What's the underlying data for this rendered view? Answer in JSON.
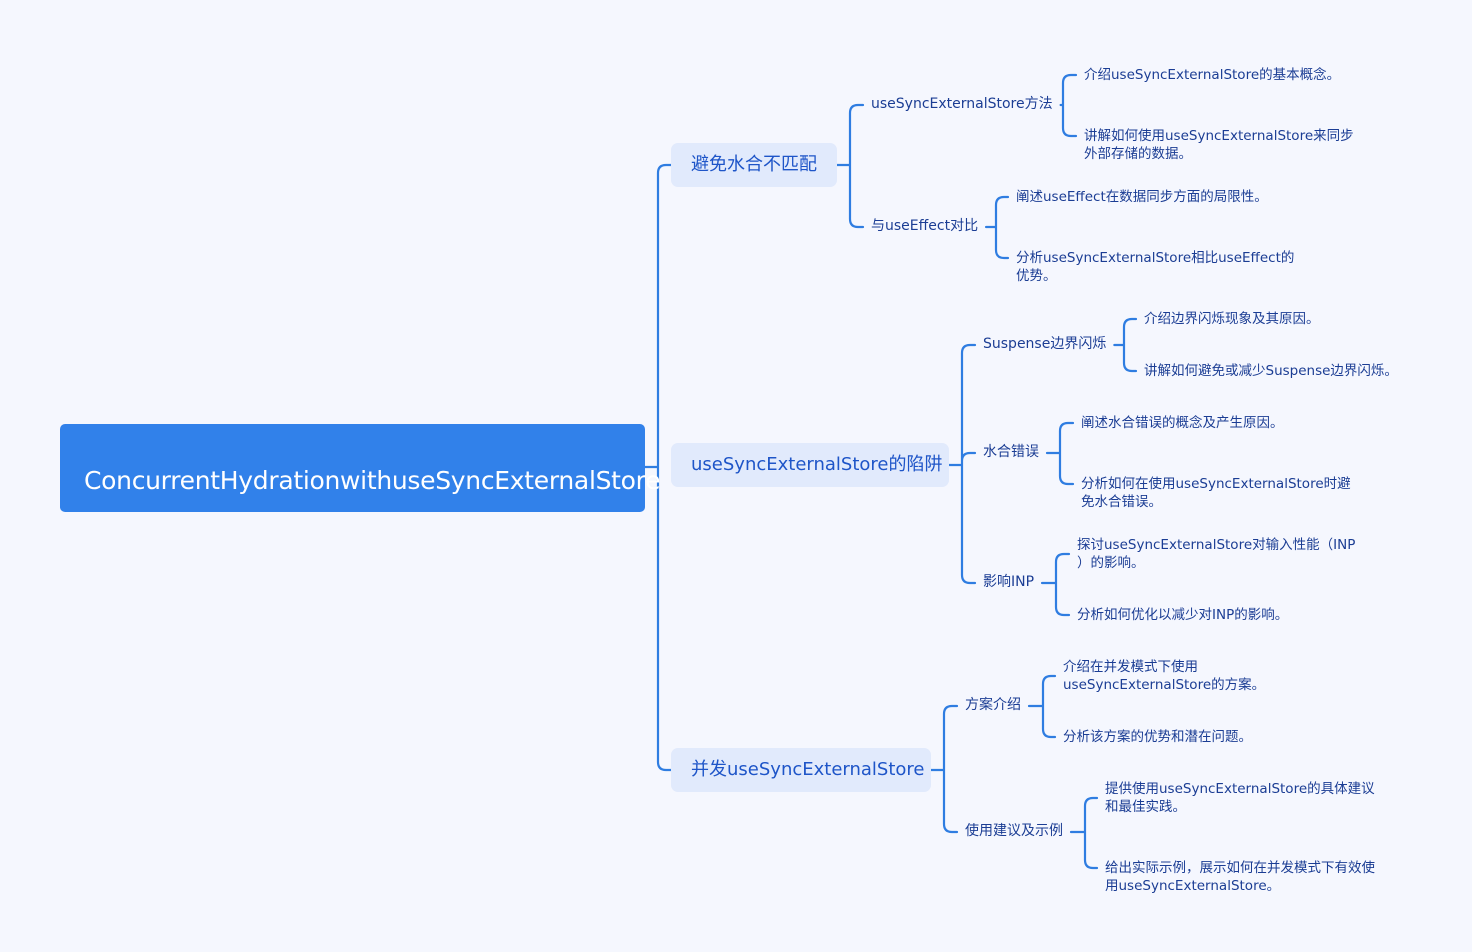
{
  "colors": {
    "background": "#f5f7fe",
    "root": "#3181ea",
    "branch_bg": "#e1eafc",
    "line": "#2f7de1",
    "text": "#1b3d94"
  },
  "root": {
    "label": "ConcurrentHydrationwithuseSyncExternalStore"
  },
  "branches": [
    {
      "label": "避免水合不匹配",
      "children": [
        {
          "label": "useSyncExternalStore方法",
          "leaves": [
            [
              "介绍useSyncExternalStore的基本概念。"
            ],
            [
              "讲解如何使用useSyncExternalStore来同步",
              "外部存储的数据。"
            ]
          ]
        },
        {
          "label": "与useEffect对比",
          "leaves": [
            [
              "阐述useEffect在数据同步方面的局限性。"
            ],
            [
              "分析useSyncExternalStore相比useEffect的",
              "优势。"
            ]
          ]
        }
      ]
    },
    {
      "label": "useSyncExternalStore的陷阱",
      "children": [
        {
          "label": "Suspense边界闪烁",
          "leaves": [
            [
              "介绍边界闪烁现象及其原因。"
            ],
            [
              "讲解如何避免或减少Suspense边界闪烁。"
            ]
          ]
        },
        {
          "label": "水合错误",
          "leaves": [
            [
              "阐述水合错误的概念及产生原因。"
            ],
            [
              "分析如何在使用useSyncExternalStore时避",
              "免水合错误。"
            ]
          ]
        },
        {
          "label": "影响INP",
          "leaves": [
            [
              "探讨useSyncExternalStore对输入性能（INP",
              "）的影响。"
            ],
            [
              "分析如何优化以减少对INP的影响。"
            ]
          ]
        }
      ]
    },
    {
      "label": "并发useSyncExternalStore",
      "children": [
        {
          "label": "方案介绍",
          "leaves": [
            [
              "介绍在并发模式下使用",
              "useSyncExternalStore的方案。"
            ],
            [
              "分析该方案的优势和潜在问题。"
            ]
          ]
        },
        {
          "label": "使用建议及示例",
          "leaves": [
            [
              "提供使用useSyncExternalStore的具体建议",
              "和最佳实践。"
            ],
            [
              "给出实际示例，展示如何在并发模式下有效使",
              "用useSyncExternalStore。"
            ]
          ]
        }
      ]
    }
  ]
}
